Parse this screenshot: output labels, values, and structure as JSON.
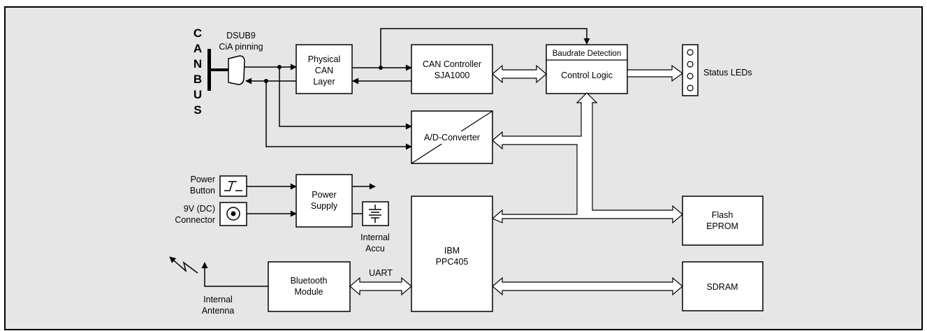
{
  "colors": {
    "background": "#e6e6e6",
    "box": "#ffffff",
    "line": "#000000"
  },
  "bus_label": [
    "C",
    "A",
    "N",
    "B",
    "U",
    "S"
  ],
  "connector": {
    "line1": "DSUB9",
    "line2": "CiA pinning"
  },
  "blocks": {
    "physical_can": [
      "Physical",
      "CAN",
      "Layer"
    ],
    "can_controller": [
      "CAN Controller",
      "SJA1000"
    ],
    "baudrate": "Baudrate Detection",
    "control_logic": "Control Logic",
    "ad_converter": "A/D-Converter",
    "power_supply": [
      "Power",
      "Supply"
    ],
    "ibm": [
      "IBM",
      "PPC405"
    ],
    "flash": [
      "Flash",
      "EPROM"
    ],
    "sdram": "SDRAM",
    "bluetooth": [
      "Bluetooth",
      "Module"
    ]
  },
  "labels": {
    "status_leds": "Status LEDs",
    "power_button": [
      "Power",
      "Button"
    ],
    "dc_connector": [
      "9V (DC)",
      "Connector"
    ],
    "internal_accu": [
      "Internal",
      "Accu"
    ],
    "uart": "UART",
    "antenna": [
      "Internal",
      "Antenna"
    ]
  },
  "icons": [
    "dsub9-connector-icon",
    "switch-icon",
    "dc-jack-icon",
    "battery-icon",
    "led-bar-icon",
    "antenna-icon",
    "lightning-icon"
  ]
}
